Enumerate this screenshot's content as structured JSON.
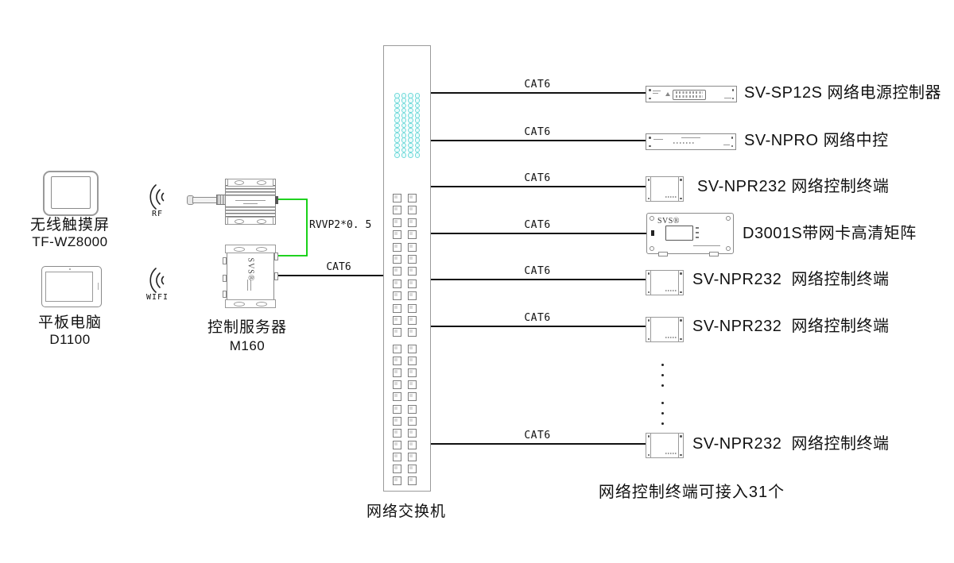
{
  "left": {
    "touchscreen": {
      "name": "无线触摸屏",
      "model": "TF-WZ8000"
    },
    "tablet": {
      "name": "平板电脑",
      "model": "D1100"
    },
    "rf_label": "RF",
    "wifi_label": "WIFI"
  },
  "server": {
    "name": "控制服务器",
    "model": "M160",
    "brand": "SVS®"
  },
  "cables": {
    "radio_to_server": "RVVP2*0. 5",
    "server_to_switch": "CAT6"
  },
  "switch": {
    "label": "网络交换机"
  },
  "rows": [
    {
      "cable": "CAT6",
      "label": "SV-SP12S 网络电源控制器"
    },
    {
      "cable": "CAT6",
      "label": "SV-NPRO 网络中控"
    },
    {
      "cable": "CAT6",
      "label": "SV-NPR232 网络控制终端"
    },
    {
      "cable": "CAT6",
      "label": "D3001S带网卡高清矩阵",
      "brand": "SVS®"
    },
    {
      "cable": "CAT6",
      "label": "SV-NPR232  网络控制终端"
    },
    {
      "cable": "CAT6",
      "label": "SV-NPR232  网络控制终端"
    },
    {
      "cable": "CAT6",
      "label": "SV-NPR232  网络控制终端"
    }
  ],
  "footnote": "网络控制终端可接入31个",
  "colors": {
    "wire": "#111111",
    "wire_green": "#00cc00",
    "led_cyan": "#6fd9d9"
  }
}
